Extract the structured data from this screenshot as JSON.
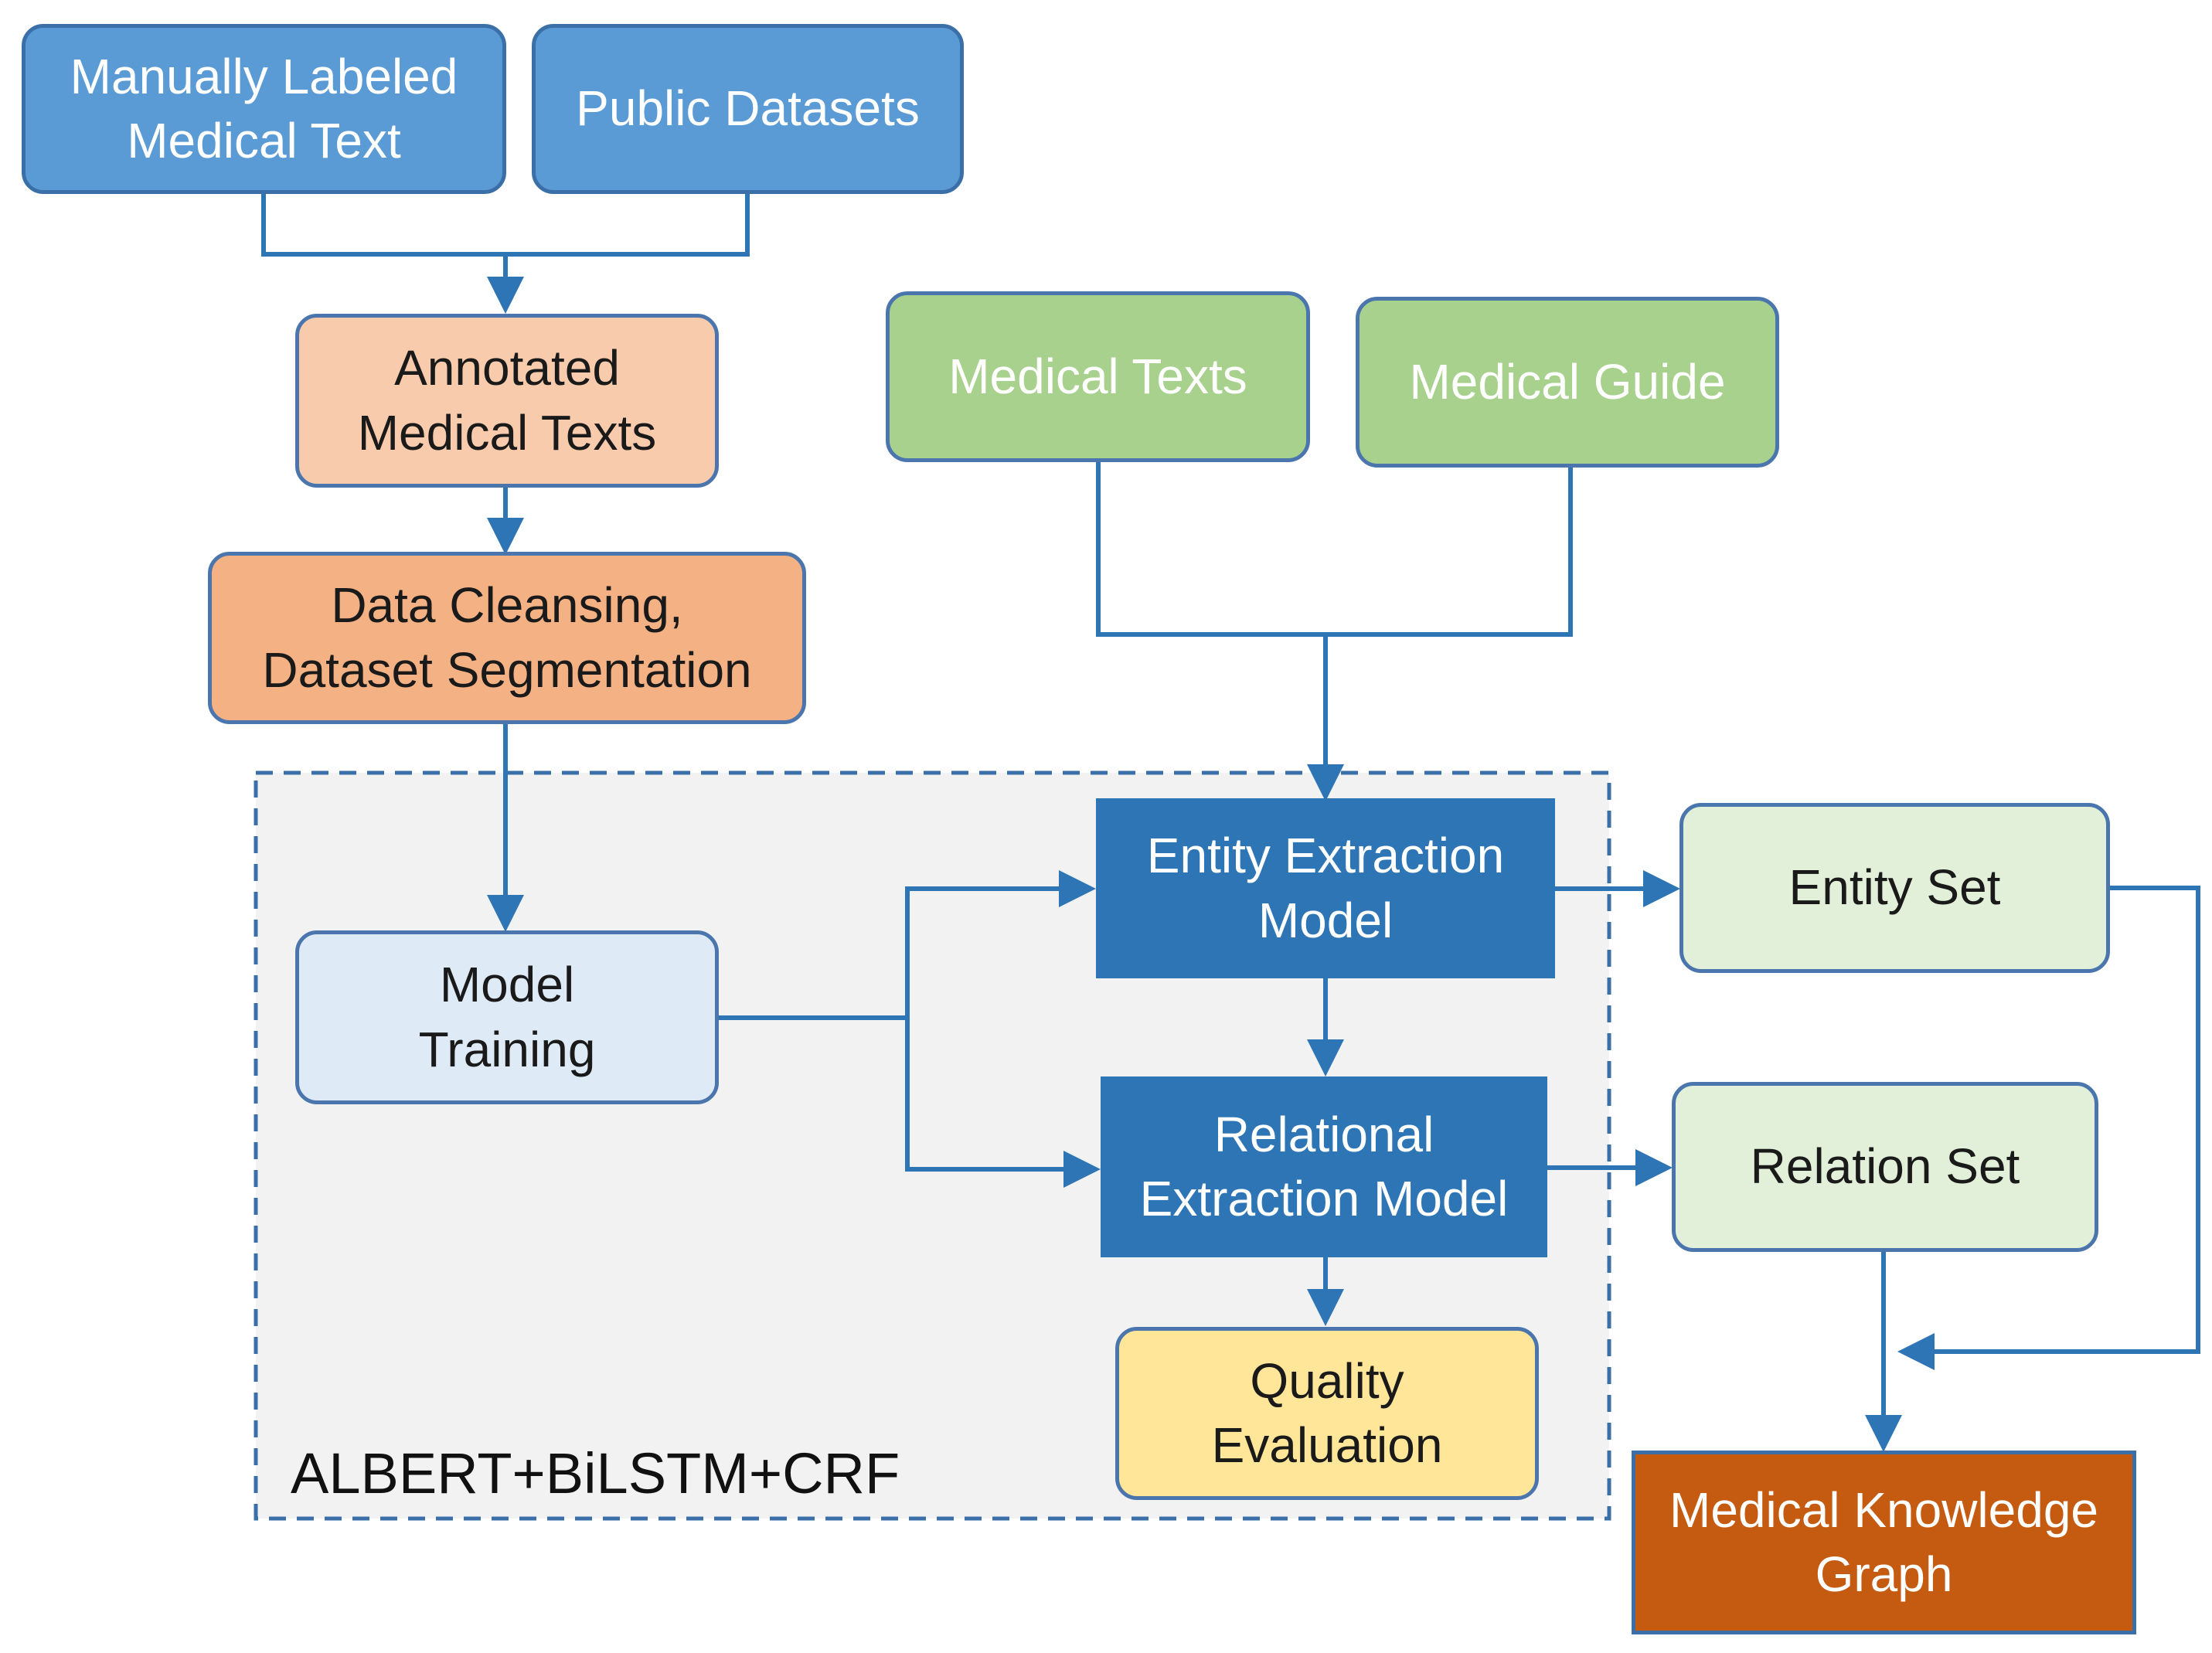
{
  "diagram": {
    "nodes": {
      "manual": "Manually Labeled\nMedical Text",
      "public": "Public Datasets",
      "annotated": "Annotated\nMedical Texts",
      "cleansing": "Data Cleansing,\nDataset Segmentation",
      "medical_texts": "Medical Texts",
      "medical_guide": "Medical Guide",
      "model_training": "Model\nTraining",
      "entity_model": "Entity Extraction\nModel",
      "relational_model": "Relational\nExtraction Model",
      "quality": "Quality\nEvaluation",
      "entity_set": "Entity Set",
      "relation_set": "Relation Set",
      "knowledge_graph": "Medical Knowledge\nGraph"
    },
    "region_label": "ALBERT+BiLSTM+CRF",
    "edges": [
      [
        "manual",
        "annotated"
      ],
      [
        "public",
        "annotated"
      ],
      [
        "annotated",
        "cleansing"
      ],
      [
        "cleansing",
        "model_training"
      ],
      [
        "medical_texts",
        "entity_model"
      ],
      [
        "medical_guide",
        "entity_model"
      ],
      [
        "model_training",
        "entity_model"
      ],
      [
        "model_training",
        "relational_model"
      ],
      [
        "entity_model",
        "relational_model"
      ],
      [
        "relational_model",
        "quality"
      ],
      [
        "entity_model",
        "entity_set"
      ],
      [
        "relational_model",
        "relation_set"
      ],
      [
        "entity_set",
        "knowledge_graph"
      ],
      [
        "relation_set",
        "knowledge_graph"
      ]
    ],
    "colors": {
      "connector": "#2e75b6",
      "region_border": "#3a6fa8",
      "region_fill": "#f2f2f2"
    }
  }
}
